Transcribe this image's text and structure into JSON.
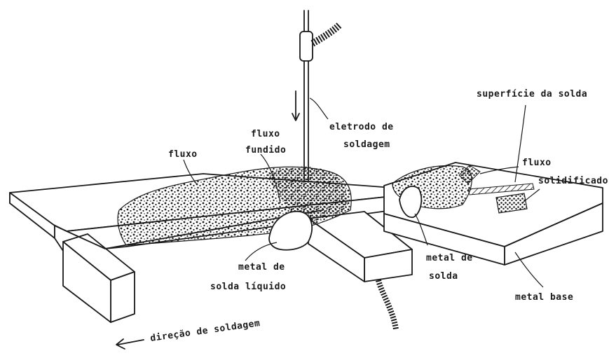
{
  "labels": {
    "surface": "superfície da solda",
    "electrode_1": "eletrodo de",
    "electrode_2": "soldagem",
    "molten_flux_1": "fluxo",
    "molten_flux_2": "fundido",
    "flux": "fluxo",
    "solid_flux_1": "fluxo",
    "solid_flux_2": "solidificado",
    "liquid_weld_1": "metal de",
    "liquid_weld_2": "solda líquido",
    "weld_metal_1": "metal de",
    "weld_metal_2": "solda",
    "base_metal": "metal base",
    "direction": "direção de soldagem"
  }
}
